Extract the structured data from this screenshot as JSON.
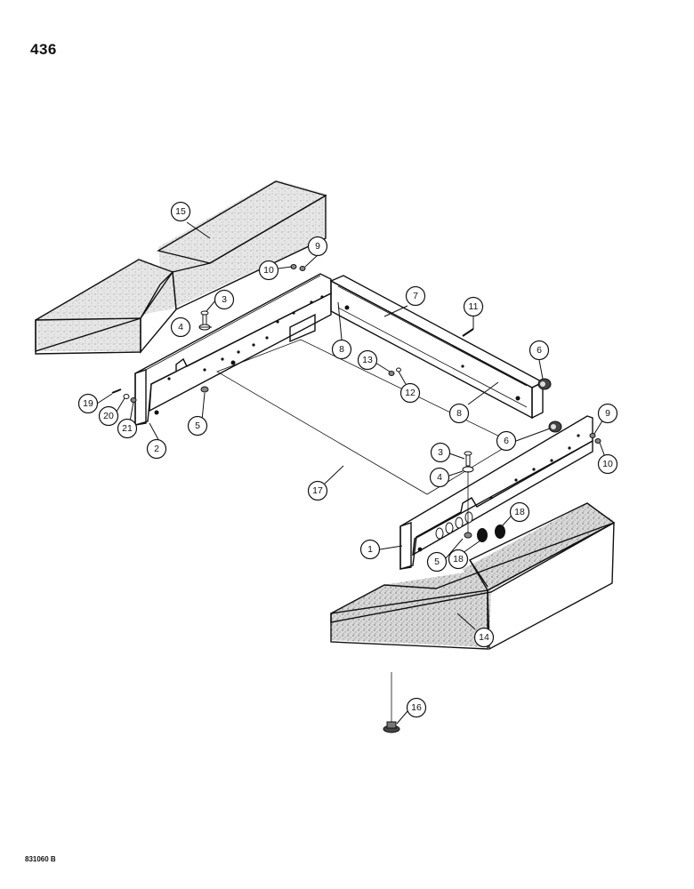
{
  "page": {
    "number": "436",
    "drawing_code": "831060 B"
  },
  "callouts": [
    {
      "id": "c15",
      "label": "15"
    },
    {
      "id": "c9a",
      "label": "9"
    },
    {
      "id": "c10a",
      "label": "10"
    },
    {
      "id": "c3a",
      "label": "3"
    },
    {
      "id": "c4a",
      "label": "4"
    },
    {
      "id": "c7",
      "label": "7"
    },
    {
      "id": "c11",
      "label": "11"
    },
    {
      "id": "c8a",
      "label": "8"
    },
    {
      "id": "c13",
      "label": "13"
    },
    {
      "id": "c12",
      "label": "12"
    },
    {
      "id": "c6a",
      "label": "6"
    },
    {
      "id": "c8b",
      "label": "8"
    },
    {
      "id": "c19",
      "label": "19"
    },
    {
      "id": "c20",
      "label": "20"
    },
    {
      "id": "c21",
      "label": "21"
    },
    {
      "id": "c2",
      "label": "2"
    },
    {
      "id": "c5a",
      "label": "5"
    },
    {
      "id": "c6b",
      "label": "6"
    },
    {
      "id": "c9b",
      "label": "9"
    },
    {
      "id": "c10b",
      "label": "10"
    },
    {
      "id": "c3b",
      "label": "3"
    },
    {
      "id": "c4b",
      "label": "4"
    },
    {
      "id": "c17",
      "label": "17"
    },
    {
      "id": "c18a",
      "label": "18"
    },
    {
      "id": "c1",
      "label": "1"
    },
    {
      "id": "c5b",
      "label": "5"
    },
    {
      "id": "c18b",
      "label": "18"
    },
    {
      "id": "c14",
      "label": "14"
    },
    {
      "id": "c16",
      "label": "16"
    }
  ]
}
